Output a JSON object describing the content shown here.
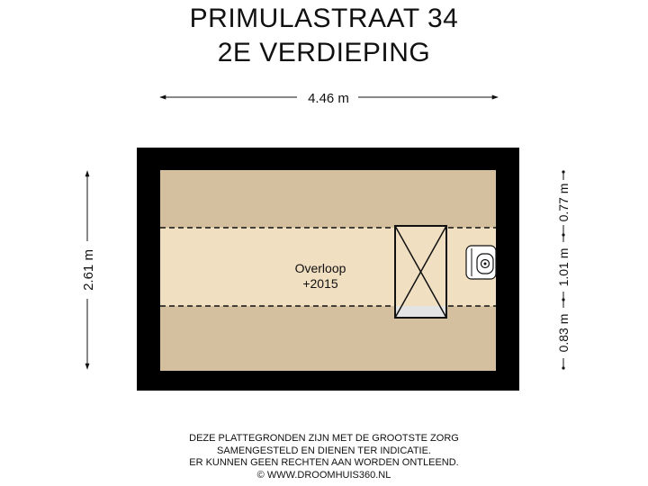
{
  "title": {
    "street": "PRIMULASTRAAT 34",
    "floor": "2E VERDIEPING"
  },
  "dimensions": {
    "width": "4.46 m",
    "height": "2.61 m",
    "right_top": "0.77 m",
    "right_middle": "1.01 m",
    "right_bottom": "0.83 m"
  },
  "room": {
    "name": "Overloop",
    "level": "+2015"
  },
  "icons": [
    "stair-opening-icon",
    "boiler-icon"
  ],
  "colors": {
    "wall": "#000000",
    "floor": "#d4bf9e",
    "strip": "#f0dfc1",
    "outline": "#111111"
  },
  "disclaimer": {
    "line1": "DEZE PLATTEGRONDEN ZIJN MET DE GROOTSTE ZORG",
    "line2": "SAMENGESTELD EN DIENEN TER INDICATIE.",
    "line3": "ER KUNNEN GEEN RECHTEN AAN WORDEN ONTLEEND.",
    "line4": "© WWW.DROOMHUIS360.NL"
  }
}
